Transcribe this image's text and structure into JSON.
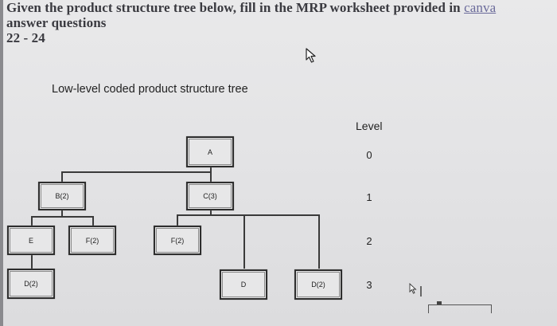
{
  "question": {
    "line1_prefix": "Given the product structure tree below, fill in the MRP worksheet provided in ",
    "line1_link": "canva",
    "line2": "answer questions",
    "line3": "22 - 24"
  },
  "tree": {
    "title": "Low-level coded product structure tree",
    "level_header": "Level",
    "levels": [
      "0",
      "1",
      "2",
      "3"
    ],
    "nodes": {
      "a": "A",
      "b": "B(2)",
      "c": "C(3)",
      "e": "E",
      "f_under_b": "F(2)",
      "f_under_c": "F(2)",
      "d_under_e": "D(2)",
      "d_under_c": "D",
      "d2_under_c": "D(2)"
    }
  },
  "icons": [
    "mouse-pointer-icon",
    "text-cursor-icon"
  ]
}
